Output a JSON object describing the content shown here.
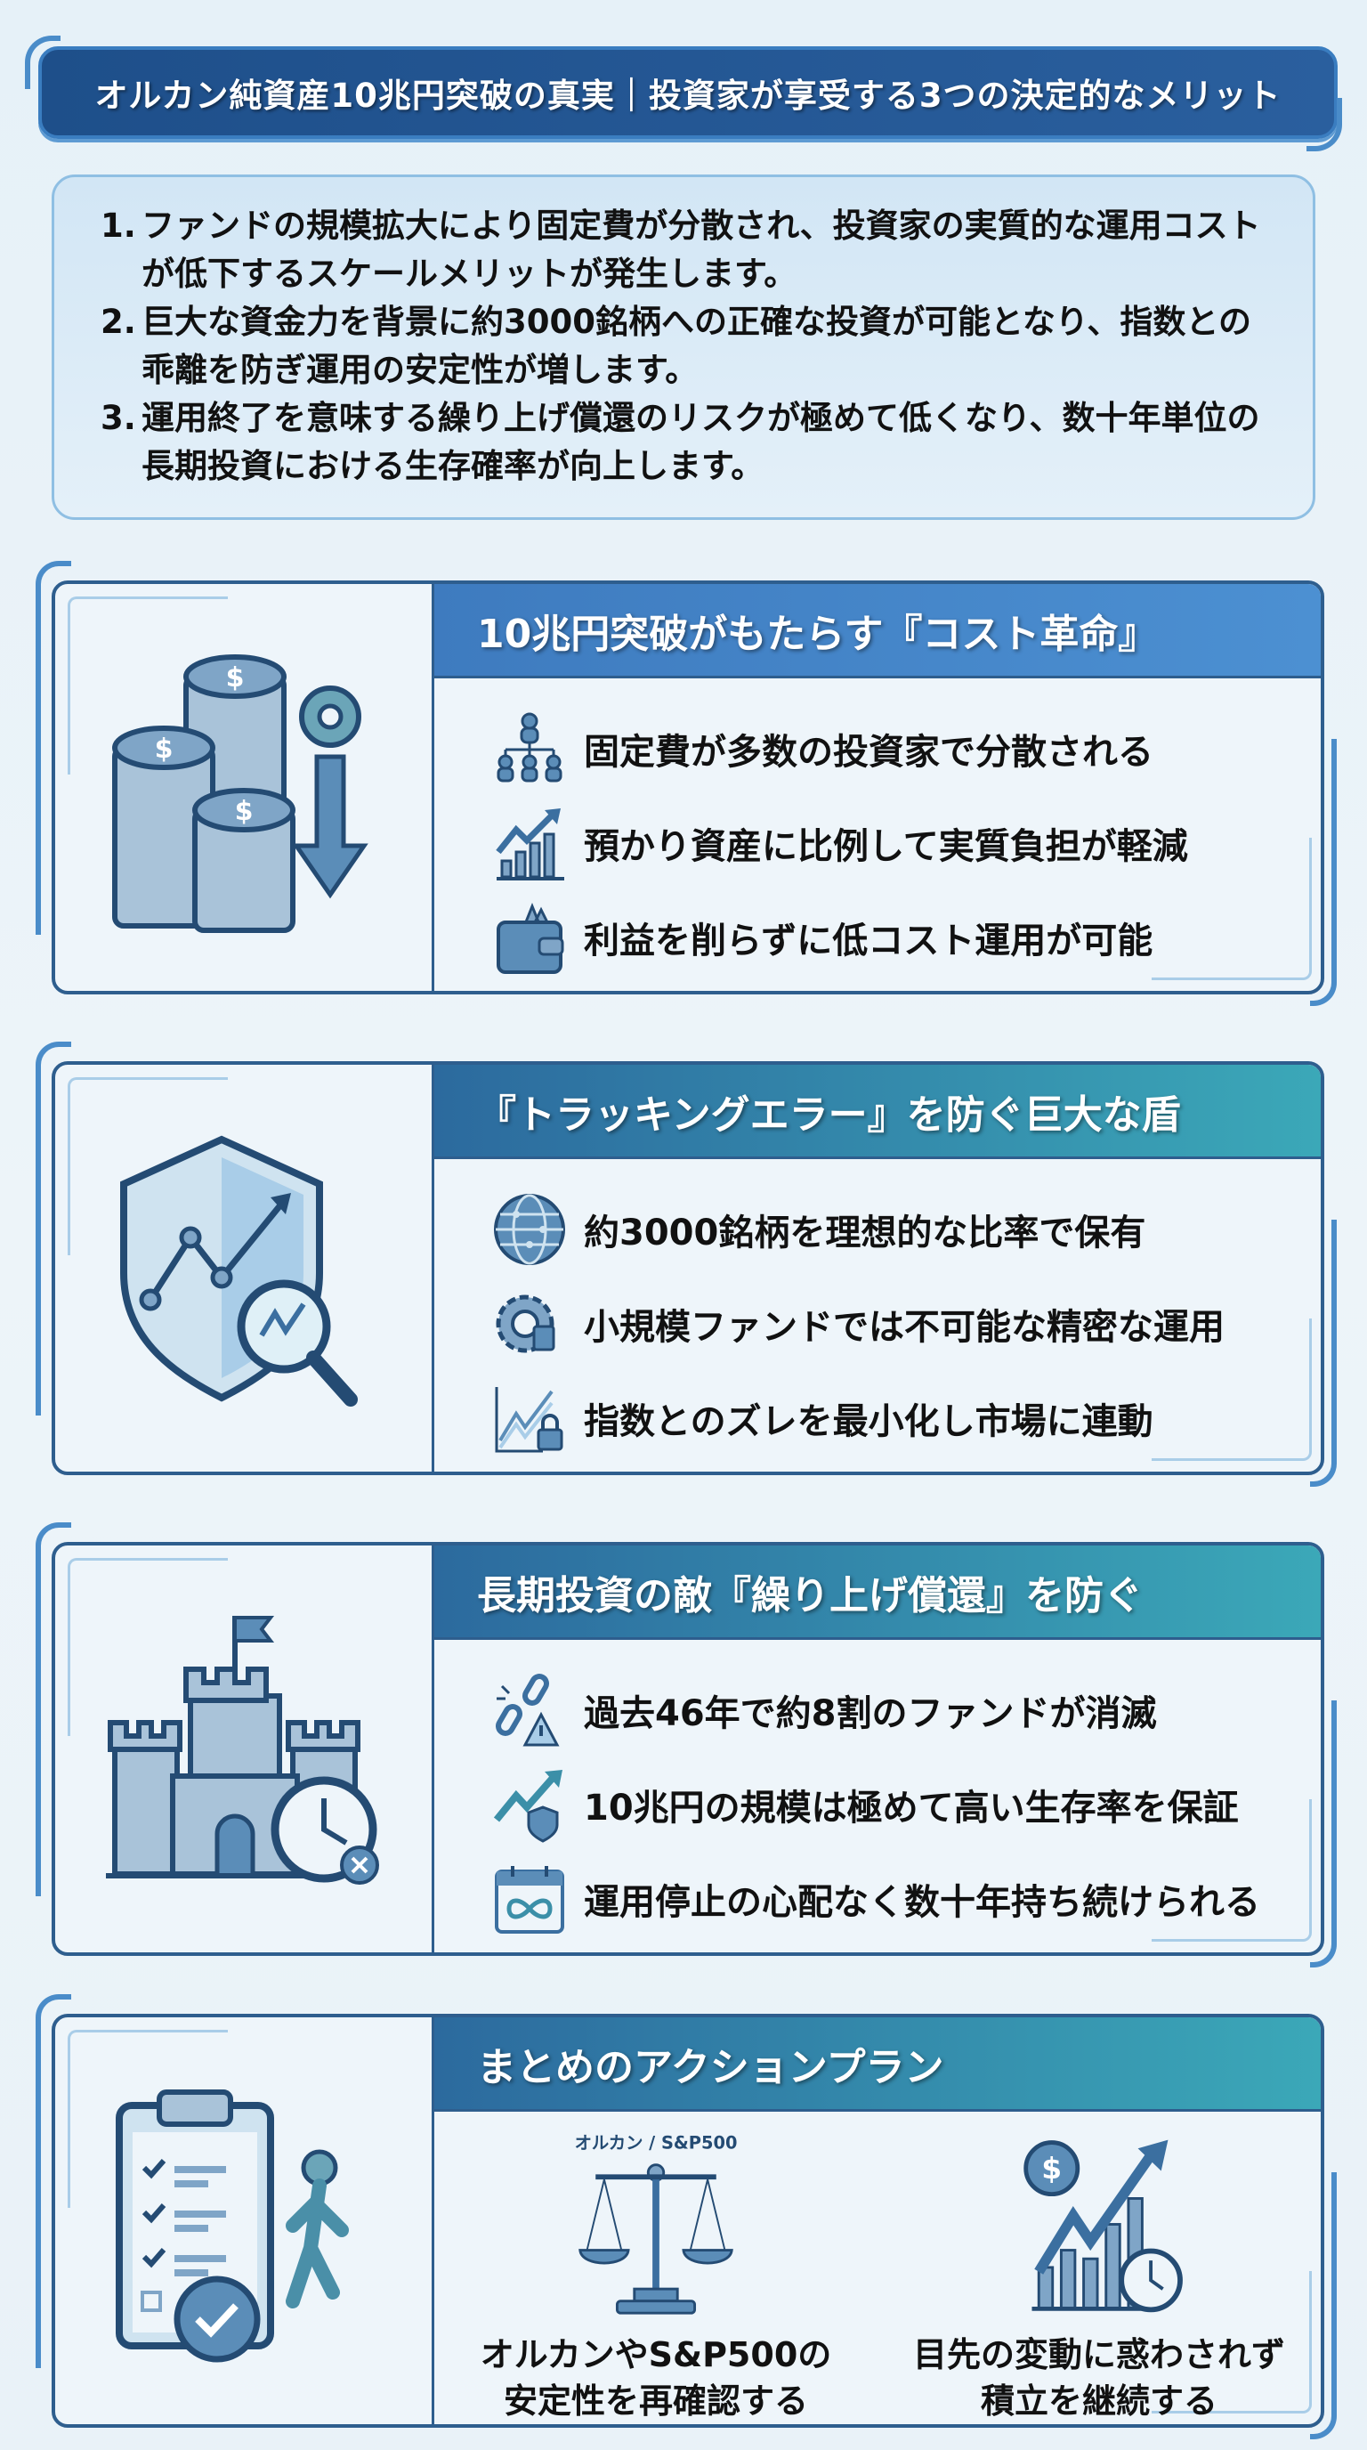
{
  "title": "オルカン純資産10兆円突破の真実｜投資家が享受する3つの決定的なメリット",
  "summary": {
    "items": [
      {
        "num": "1.",
        "text": "ファンドの規模拡大により固定費が分散され、投資家の実質的な運用コストが低下するスケールメリットが発生します。"
      },
      {
        "num": "2.",
        "text": "巨大な資金力を背景に約3000銘柄への正確な投資が可能となり、指数との乖離を防ぎ運用の安定性が増します。"
      },
      {
        "num": "3.",
        "text": "運用終了を意味する繰り上げ償還のリスクが極めて低くなり、数十年単位の長期投資における生存確率が向上します。"
      }
    ]
  },
  "sections": [
    {
      "title": "10兆円突破がもたらす『コスト革命』",
      "illustration": "coins-gear-down-arrow-icon",
      "items": [
        {
          "icon": "org-chart-people-icon",
          "text": "固定費が多数の投資家で分散される"
        },
        {
          "icon": "growth-bar-chart-icon",
          "text": "預かり資産に比例して実質負担が軽減"
        },
        {
          "icon": "wallet-up-arrow-icon",
          "text": "利益を削らずに低コスト運用が可能"
        }
      ]
    },
    {
      "title": "『トラッキングエラー』を防ぐ巨大な盾",
      "illustration": "shield-magnifier-icon",
      "items": [
        {
          "icon": "globe-network-icon",
          "text": "約3000銘柄を理想的な比率で保有"
        },
        {
          "icon": "gear-chip-icon",
          "text": "小規模ファンドでは不可能な精密な運用"
        },
        {
          "icon": "chart-lock-icon",
          "text": "指数とのズレを最小化し市場に連動"
        }
      ]
    },
    {
      "title": "長期投資の敵『繰り上げ償還』を防ぐ",
      "illustration": "castle-clock-icon",
      "items": [
        {
          "icon": "broken-chain-warning-icon",
          "text": "過去46年で約8割のファンドが消滅"
        },
        {
          "icon": "arrow-up-shield-icon",
          "text": "10兆円の規模は極めて高い生存率を保証"
        },
        {
          "icon": "calendar-infinity-icon",
          "text": "運用停止の心配なく数十年持ち続けられる"
        }
      ]
    },
    {
      "title": "まとめのアクションプラン",
      "illustration": "clipboard-checklist-walker-icon",
      "plan": [
        {
          "icon": "balance-scale-icon",
          "icon_label": "オルカン / S&P500",
          "text": "オルカンやS&P500の\n安定性を再確認する"
        },
        {
          "icon": "dollar-growth-clock-icon",
          "text": "目先の変動に惑わされず\n積立を継続する"
        }
      ]
    }
  ],
  "colors": {
    "title_bg": "#1e4f8a",
    "accent_blue": "#4a8cc9",
    "card_border": "#2e5e8e",
    "teal": "#3ba8b8",
    "icon_fill": "#5b8db8"
  }
}
